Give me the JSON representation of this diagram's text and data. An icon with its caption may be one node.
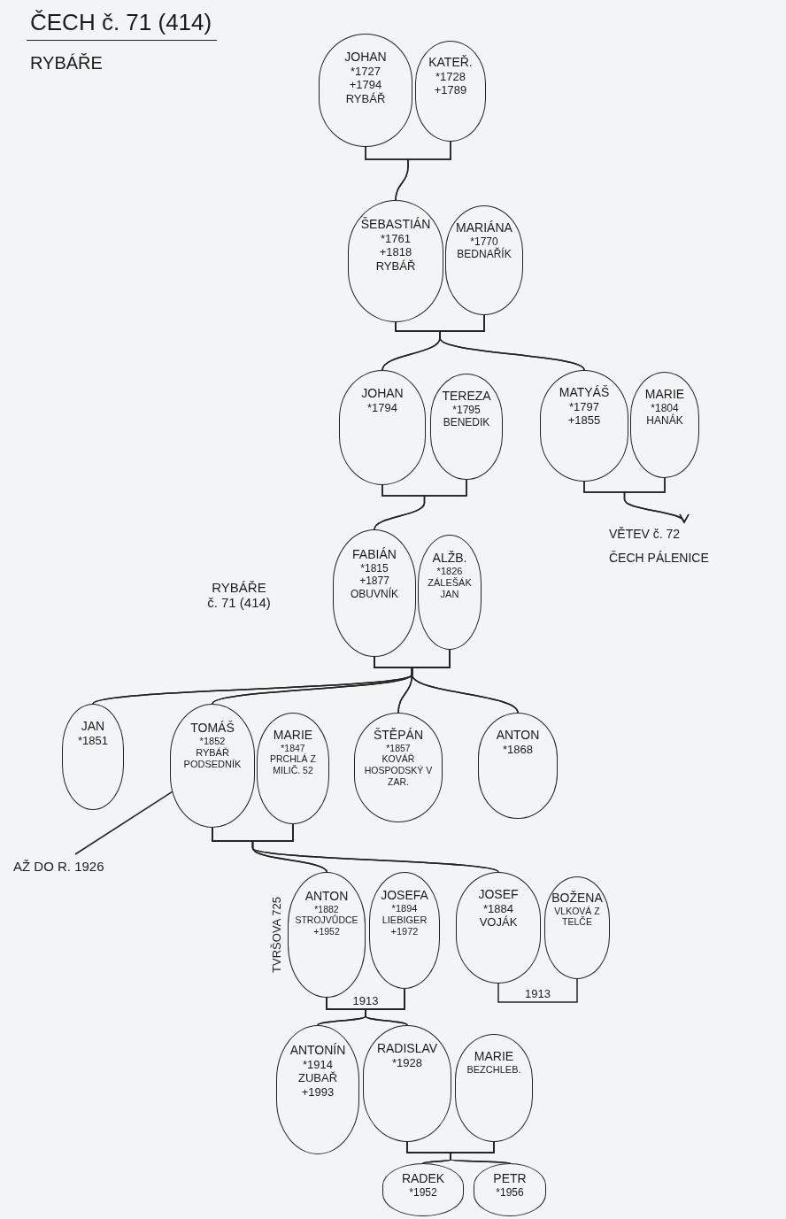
{
  "diagram": {
    "title": "ČECH č. 71 (414)",
    "nodes": [
      {
        "text": [
          "JOHAN",
          "*1727",
          "+1794",
          "RYBÁŘ"
        ]
      },
      {
        "text": [
          "KATEŘ.",
          "*1728",
          "+1789"
        ]
      },
      {
        "text": [
          "ŠEBASTIÁN",
          "*1761",
          "+1818",
          "RYBÁŘ"
        ]
      },
      {
        "text": [
          "MARIÁNA",
          "*1770",
          "BEDNAŘÍK"
        ]
      },
      {
        "text": [
          "JOHAN",
          "*1794"
        ]
      },
      {
        "text": [
          "TEREZA",
          "*1795",
          "BENEDIK"
        ]
      },
      {
        "text": [
          "MATYÁŠ",
          "*1797",
          "+1855"
        ]
      },
      {
        "text": [
          "MARIE",
          "*1804",
          "HANÁK"
        ]
      },
      {
        "text": [
          "VĚTEV č. 72",
          "ČECH PÁLENICE"
        ]
      },
      {
        "text": [
          "FABIÁN",
          "*1815",
          "+1877",
          "OBUVNÍK"
        ]
      },
      {
        "text": [
          "ALŽB.",
          "*1826",
          "ZÁLEŠÁK JAN"
        ]
      },
      {
        "text": [
          "JAN",
          "*1851"
        ]
      },
      {
        "text": [
          "TOMÁŠ",
          "*1852",
          "RYBÁŘ PODSEDNÍK"
        ]
      },
      {
        "text": [
          "MARIE",
          "*1847",
          "PRCHLÁ Z MILIČ. 52"
        ]
      },
      {
        "text": [
          "ŠTĚPÁN",
          "*1857",
          "KOVÁŘ HOSPODSKÝ V ZAR."
        ]
      },
      {
        "text": [
          "ANTON",
          "*1868"
        ]
      },
      {
        "text": [
          "AŽ DO R. 1926"
        ]
      },
      {
        "text": [
          "ANTON",
          "*1882",
          "STROJVŮDCE",
          "+1952"
        ],
        "beside": [
          "TVRŠOVA 725"
        ]
      },
      {
        "text": [
          "JOSEFA",
          "*1894",
          "LIEBIGER",
          "+1972"
        ]
      },
      {
        "text": [
          "JOSEF",
          "*1884",
          "VOJÁK"
        ]
      },
      {
        "text": [
          "BOŽENA",
          "VLKOVÁ Z TELČE"
        ]
      },
      {
        "text": [
          "ANTONÍN",
          "*1914",
          "ZUBAŘ",
          "+1993"
        ]
      },
      {
        "text": [
          "RADISLAV",
          "*1928"
        ]
      },
      {
        "text": [
          "MARIE",
          "BEZCHLEB."
        ]
      },
      {
        "text": [
          "RADEK",
          "*1952"
        ]
      },
      {
        "text": [
          "PETR",
          "*1956"
        ]
      }
    ],
    "edges": [
      {
        "from": 0,
        "to": 1,
        "arrow": "none"
      },
      {
        "from": 0,
        "to": 2,
        "arrow": "none"
      },
      {
        "from": 1,
        "to": 2,
        "arrow": "none"
      },
      {
        "from": 2,
        "to": 3,
        "arrow": "none"
      },
      {
        "from": 2,
        "to": 4,
        "arrow": "none"
      },
      {
        "from": 3,
        "to": 4,
        "arrow": "none"
      },
      {
        "from": 2,
        "to": 6,
        "arrow": "none"
      },
      {
        "from": 3,
        "to": 6,
        "arrow": "none"
      },
      {
        "from": 4,
        "to": 5,
        "arrow": "none"
      },
      {
        "from": 4,
        "to": 9,
        "arrow": "none"
      },
      {
        "from": 5,
        "to": 9,
        "arrow": "none"
      },
      {
        "from": 6,
        "to": 7,
        "arrow": "none"
      },
      {
        "from": 6,
        "to": 8,
        "arrow": "to"
      },
      {
        "from": 7,
        "to": 8,
        "arrow": "to"
      },
      {
        "from": 9,
        "to": 10,
        "arrow": "none"
      },
      {
        "from": 9,
        "to": 11,
        "arrow": "none"
      },
      {
        "from": 10,
        "to": 11,
        "arrow": "none"
      },
      {
        "from": 9,
        "to": 12,
        "arrow": "none"
      },
      {
        "from": 10,
        "to": 12,
        "arrow": "none"
      },
      {
        "from": 9,
        "to": 14,
        "arrow": "none"
      },
      {
        "from": 10,
        "to": 14,
        "arrow": "none"
      },
      {
        "from": 9,
        "to": 15,
        "arrow": "none"
      },
      {
        "from": 10,
        "to": 15,
        "arrow": "none"
      },
      {
        "from": 12,
        "to": 13,
        "arrow": "none"
      },
      {
        "from": 16,
        "to": 12,
        "arrow": "none"
      },
      {
        "from": 12,
        "to": 17,
        "arrow": "none"
      },
      {
        "from": 13,
        "to": 17,
        "arrow": "none"
      },
      {
        "from": 12,
        "to": 19,
        "arrow": "none"
      },
      {
        "from": 13,
        "to": 19,
        "arrow": "none"
      },
      {
        "from": 17,
        "to": 18,
        "arrow": "none",
        "label": "1913"
      },
      {
        "from": 17,
        "to": 21,
        "arrow": "none"
      },
      {
        "from": 18,
        "to": 21,
        "arrow": "none"
      },
      {
        "from": 17,
        "to": 22,
        "arrow": "none"
      },
      {
        "from": 18,
        "to": 22,
        "arrow": "none"
      },
      {
        "from": 19,
        "to": 20,
        "arrow": "none",
        "label": "1913"
      },
      {
        "from": 22,
        "to": 23,
        "arrow": "none"
      },
      {
        "from": 22,
        "to": 24,
        "arrow": "none"
      },
      {
        "from": 23,
        "to": 24,
        "arrow": "none"
      },
      {
        "from": 22,
        "to": 25,
        "arrow": "none"
      },
      {
        "from": 23,
        "to": 25,
        "arrow": "none"
      }
    ],
    "labels": [
      "RYBÁŘE",
      "RYBÁŘE č. 71 (414)"
    ]
  }
}
